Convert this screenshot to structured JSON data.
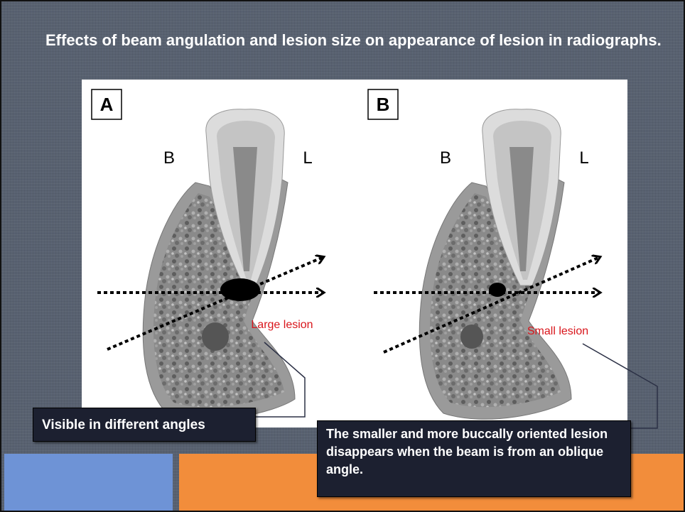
{
  "slide": {
    "title": "Effects of beam angulation and lesion size on appearance of lesion in radiographs."
  },
  "figure": {
    "panels": [
      {
        "panel_label": "A",
        "buccal_label": "B",
        "lingual_label": "L",
        "lesion_label": "Large lesion"
      },
      {
        "panel_label": "B",
        "buccal_label": "B",
        "lingual_label": "L",
        "lesion_label": "Small lesion"
      }
    ]
  },
  "callouts": {
    "visible_text": "Visible in different angles",
    "oblique_text": "The smaller and more buccally oriented lesion disappears when the beam is from an oblique angle."
  },
  "colors": {
    "background": "#586170",
    "bar_blue": "#6e93d6",
    "bar_orange": "#f28d3b",
    "lesion_label": "#d9151b",
    "callout_bg": "#1c2030"
  }
}
